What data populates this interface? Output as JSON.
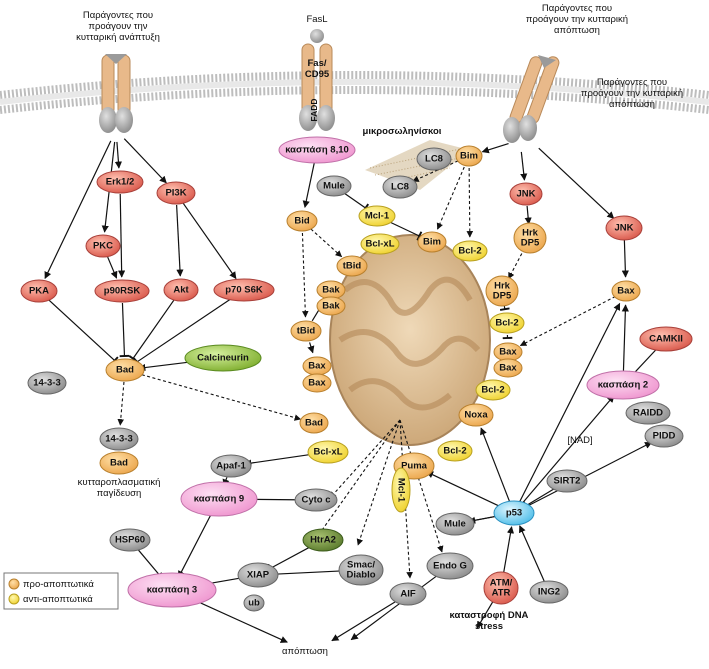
{
  "captions": {
    "growth_factors": [
      "Παράγοντες που",
      "προάγουν την",
      "κυτταρική ανάπτυξη"
    ],
    "apoptosis_factors_left": [
      "Παράγοντες που",
      "προάγουν την κυτταρική",
      "απόπτωση"
    ],
    "apoptosis_factors_right": [
      "Παράγοντες που",
      "προάγουν την κυτταρική",
      "απόπτωση"
    ],
    "fasl": "FasL",
    "fas": [
      "Fas/",
      "CD95"
    ],
    "fadd": "FADD",
    "microtubules": "μικροσωληνίσκοι",
    "cytoplasmic_seq": [
      "κυτταροπλασματική",
      "παγίδευση"
    ],
    "nad": "[NAD]",
    "dna_damage": [
      "καταστροφή DNA",
      "stress"
    ],
    "apoptosis": "απόπτωση"
  },
  "legend": {
    "pro": "προ-αποπτωτικά",
    "anti": "αντι-αποπτωτικά"
  },
  "nodes": {
    "caspase810": "κασπάση 8,10",
    "bid": "Bid",
    "tbid1": "tBid",
    "tbid2": "tBid",
    "mule_top": "Mule",
    "mcl1_top": "Mcl-1",
    "lc8a": "LC8",
    "lc8b": "LC8",
    "bim1": "Bim",
    "bim2": "Bim",
    "bclxl_top": "Bcl-xL",
    "bcl2_top": "Bcl-2",
    "bak1": "Bak",
    "bak2": "Bak",
    "bax1": "Bax",
    "bax2": "Bax",
    "bad_mito": "Bad",
    "bclxl_mito": "Bcl-xL",
    "jnk1": "JNK",
    "hrk1": [
      "Hrk",
      "DP5"
    ],
    "hrk2": [
      "Hrk",
      "DP5"
    ],
    "bcl2_r1": "Bcl-2",
    "bax_r1": "Bax",
    "bax_r2": "Bax",
    "bcl2_r2": "Bcl-2",
    "noxa": "Noxa",
    "bcl2_r3": "Bcl-2",
    "puma": "Puma",
    "mcl1_vert": "Mcl-1",
    "jnk2": "JNK",
    "bax_right": "Bax",
    "camkii": "CAMKII",
    "caspase2": "κασπάση 2",
    "raidd": "RAIDD",
    "pidd": "PIDD",
    "sirt2": "SIRT2",
    "p53": "p53",
    "mule_bottom": "Mule",
    "atm": [
      "ATM/",
      "ATR"
    ],
    "ing2": "ING2",
    "endog": "Endo G",
    "aif": "AIF",
    "smac": [
      "Smac/",
      "Diablo"
    ],
    "xiap": "XIAP",
    "htra2": "HtrA2",
    "ub": "ub",
    "caspase3": "κασπάση 3",
    "hsp60": "HSP60",
    "apaf1": "Apaf-1",
    "caspase9": "κασπάση 9",
    "cytoc": "Cyto c",
    "erk": "Erk1/2",
    "pi3k": "PI3K",
    "pkc": "PKC",
    "pka": "PKA",
    "p90rsk": "p90RSK",
    "akt": "Akt",
    "p70s6k": "p70 S6K",
    "bad_left": "Bad",
    "calcineurin": "Calcineurin",
    "p1433a": "14-3-3",
    "p1433b": "14-3-3",
    "bad_seq": "Bad"
  },
  "colors": {
    "pro": "#f2b35c",
    "anti": "#f4e04a",
    "red_kinase": "#e8736a",
    "grey": "#9a9a9a",
    "pink": "#f2a6d6",
    "green": "#8fbf3a",
    "dark_green": "#6d8a3a",
    "cyan": "#5bc8f0",
    "membrane": "#c8c8c8",
    "mito": "#d9b890"
  }
}
